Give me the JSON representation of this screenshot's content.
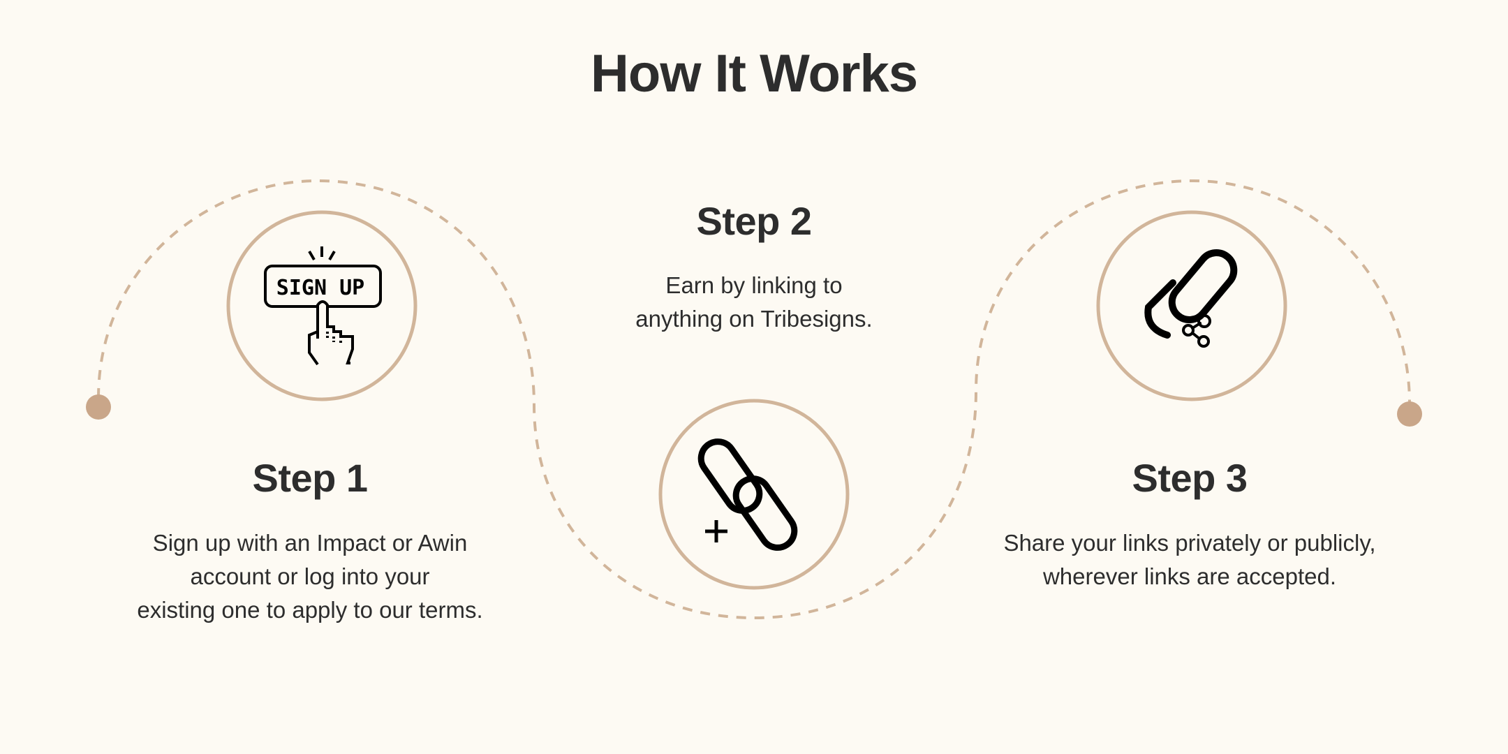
{
  "title": "How It Works",
  "colors": {
    "background": "#fdfaf3",
    "accent": "#d1b59a",
    "dot": "#c9a689",
    "text": "#2d2d2d"
  },
  "steps": [
    {
      "label": "Step 1",
      "icon": "sign-up-button-hand-icon",
      "icon_text": "SIGN UP",
      "lines": [
        "Sign up with an Impact or Awin",
        "account or log into your",
        "existing one to apply to our terms."
      ]
    },
    {
      "label": "Step 2",
      "icon": "link-add-icon",
      "lines": [
        "Earn by linking to",
        "anything on Tribesigns."
      ]
    },
    {
      "label": "Step 3",
      "icon": "link-share-icon",
      "lines": [
        "Share your links privately or publicly,",
        "wherever links are accepted."
      ]
    }
  ]
}
